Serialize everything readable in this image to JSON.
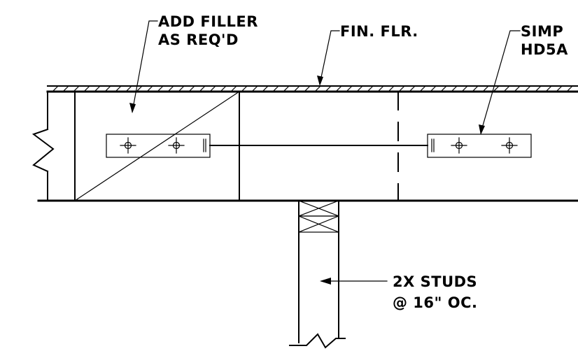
{
  "notes": {
    "filler": {
      "line1": "ADD FILLER",
      "line2": "AS REQ'D"
    },
    "floor": {
      "line1": "FIN. FLR."
    },
    "strap": {
      "line1": "SIMP",
      "line2": "HD5A"
    },
    "studs": {
      "line1": "2X STUDS",
      "line2": "@ 16\" OC."
    }
  }
}
